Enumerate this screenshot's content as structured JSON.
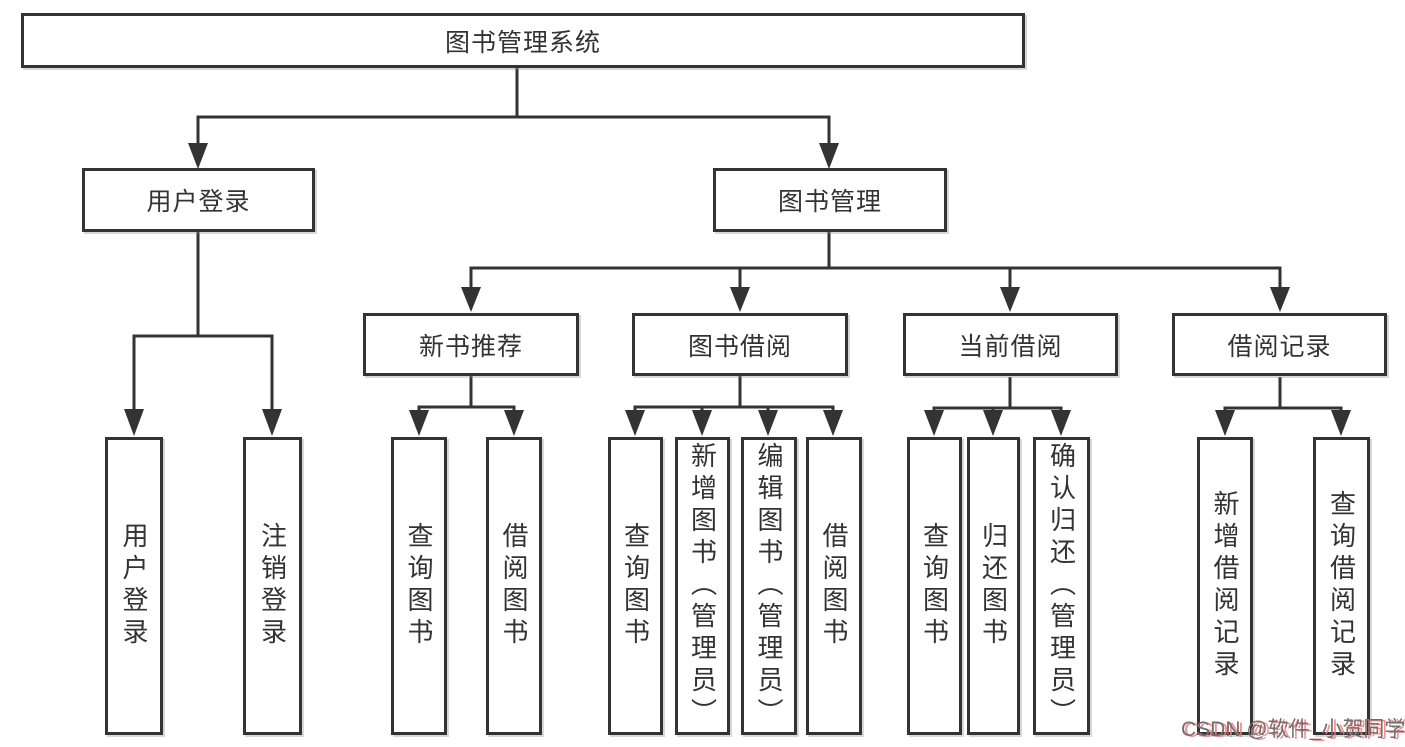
{
  "diagram_title": "图书管理系统",
  "tree": {
    "root": {
      "label": "图书管理系统"
    },
    "user_login": {
      "label": "用户登录",
      "children": [
        {
          "label": "用户登录"
        },
        {
          "label": "注销登录"
        }
      ]
    },
    "book_mgmt": {
      "label": "图书管理"
    },
    "modules": [
      {
        "label": "新书推荐",
        "children": [
          {
            "label": "查询图书"
          },
          {
            "label": "借阅图书"
          }
        ]
      },
      {
        "label": "图书借阅",
        "children": [
          {
            "label": "查询图书"
          },
          {
            "label": "新增图书（管理员）"
          },
          {
            "label": "编辑图书（管理员）"
          },
          {
            "label": "借阅图书"
          }
        ]
      },
      {
        "label": "当前借阅",
        "children": [
          {
            "label": "查询图书"
          },
          {
            "label": "归还图书"
          },
          {
            "label": "确认归还（管理员）"
          }
        ]
      },
      {
        "label": "借阅记录",
        "children": [
          {
            "label": "新增借阅记录"
          },
          {
            "label": "查询借阅记录"
          }
        ]
      }
    ]
  },
  "watermark": {
    "text": "CSDN @软件_小贺同学"
  },
  "colors": {
    "line": "#333333",
    "text": "#333333",
    "background": "#ffffff",
    "watermark_text": "#6f6f6f",
    "watermark_shadow": "#fa7878"
  }
}
